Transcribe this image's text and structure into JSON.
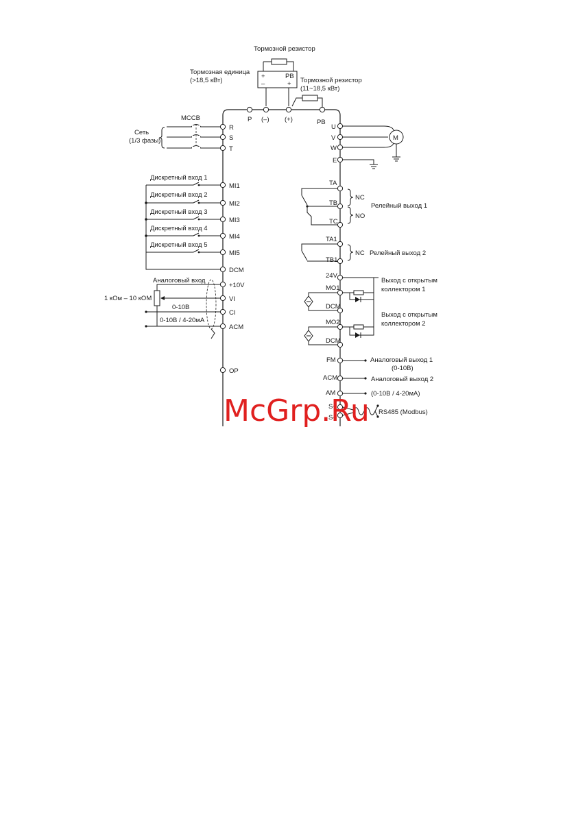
{
  "labels": {
    "brake_resistor_top": "Тормозной резистор",
    "brake_unit": "Тормозная единица",
    "brake_unit_power": "(>18,5 кВт)",
    "brake_resistor_right": "Тормозной резистор",
    "brake_resistor_right_power": "(11~18,5 кВт)",
    "unit_plus": "+",
    "unit_minus": "–",
    "unit_pb": "PB",
    "unit_plus2": "+",
    "bus_p": "P",
    "bus_minus": "(–)",
    "bus_plus": "(+)",
    "bus_pb": "PB",
    "mccb": "MCCB",
    "mains": "Сеть",
    "mains_phases": "(1/3 фазы)",
    "motor": "M",
    "relay1": "Релейный выход 1",
    "relay2": "Релейный выход 2",
    "nc1": "NC",
    "no1": "NO",
    "nc2": "NC",
    "analog_input": "Аналоговый вход",
    "pot_range": "1 кОм – 10 кОМ",
    "vi_range": "0-10В",
    "ci_range": "0-10В / 4-20мА",
    "oc1_line1": "Выход с открытым",
    "oc1_line2": "коллектором 1",
    "oc2_line1": "Выход с открытым",
    "oc2_line2": "коллектором 2",
    "ao1_line1": "Аналоговый выход 1",
    "ao1_line2": "(0-10В)",
    "ao2_line1": "Аналоговый выход 2",
    "ao2_line2": "(0-10В / 4-20мА)",
    "rs485": "RS485 (Modbus)"
  },
  "left_terminals": {
    "power": [
      "R",
      "S",
      "T"
    ],
    "digital": [
      "MI1",
      "MI2",
      "MI3",
      "MI4",
      "MI5"
    ],
    "dcm": "DCM",
    "analog": [
      "+10V",
      "VI",
      "CI",
      "ACM"
    ],
    "op": "OP"
  },
  "digital_inputs": [
    "Дискретный вход 1",
    "Дискретный вход 2",
    "Дискретный вход 3",
    "Дискретный вход 4",
    "Дискретный вход 5"
  ],
  "right_terminals": {
    "motor": [
      "U",
      "V",
      "W"
    ],
    "earth": "E",
    "relay1": [
      "TA",
      "TB",
      "TC"
    ],
    "relay2": [
      "TA1",
      "TB1"
    ],
    "v24": "24V",
    "oc1": [
      "MO1",
      "DCM"
    ],
    "oc2": [
      "MO2",
      "DCM"
    ],
    "analog_out": [
      "FM",
      "ACM",
      "AM"
    ],
    "rs485": [
      "S+",
      "S–"
    ]
  },
  "watermark": "McGrp.Ru",
  "colors": {
    "ink": "#1a1a1a",
    "watermark": "#e0201f"
  }
}
